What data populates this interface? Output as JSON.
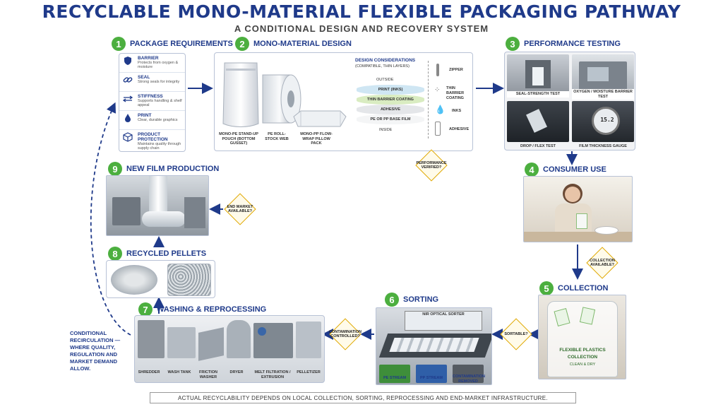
{
  "header": {
    "title": "RECYCLABLE MONO-MATERIAL FLEXIBLE PACKAGING PATHWAY",
    "subtitle": "A CONDITIONAL DESIGN AND RECOVERY SYSTEM"
  },
  "steps": {
    "s1": {
      "num": "1",
      "title": "PACKAGE REQUIREMENTS"
    },
    "s2": {
      "num": "2",
      "title": "MONO-MATERIAL DESIGN"
    },
    "s3": {
      "num": "3",
      "title": "PERFORMANCE TESTING"
    },
    "s4": {
      "num": "4",
      "title": "CONSUMER USE"
    },
    "s5": {
      "num": "5",
      "title": "COLLECTION"
    },
    "s6": {
      "num": "6",
      "title": "SORTING"
    },
    "s7": {
      "num": "7",
      "title": "WASHING & REPROCESSING"
    },
    "s8": {
      "num": "8",
      "title": "RECYCLED PELLETS"
    },
    "s9": {
      "num": "9",
      "title": "NEW FILM PRODUCTION"
    }
  },
  "requirements": [
    {
      "name": "BARRIER",
      "desc": "Protects from oxygen & moisture"
    },
    {
      "name": "SEAL",
      "desc": "Strong seals for integrity"
    },
    {
      "name": "STIFFNESS",
      "desc": "Supports handling & shelf appeal"
    },
    {
      "name": "PRINT",
      "desc": "Clear, durable graphics"
    },
    {
      "name": "PRODUCT PROTECTION",
      "desc": "Maintains quality through supply chain"
    }
  ],
  "design": {
    "pouch": "MONO-PE STAND-UP POUCH (BOTTOM GUSSET)",
    "roll": "PE ROLL-STOCK WEB",
    "flow": "MONO-PP FLOW-WRAP PILLOW PACK",
    "considerations_title": "DESIGN CONSIDERATIONS",
    "considerations_sub": "(COMPATIBLE, THIN LAYERS)",
    "outside": "OUTSIDE",
    "inside": "INSIDE",
    "layers": [
      "PRINT (INKS)",
      "THIN BARRIER COATING",
      "ADHESIVE",
      "PE OR PP BASE FILM"
    ],
    "components": [
      "ZIPPER",
      "THIN BARRIER COATING",
      "INKS",
      "ADHESIVE"
    ]
  },
  "testing": [
    "SEAL-STRENGTH TEST",
    "OXYGEN / MOISTURE BARRIER TEST",
    "DROP / FLEX TEST",
    "FILM THICKNESS GAUGE"
  ],
  "gauge_reading": "15.2",
  "decisions": {
    "performance": "PERFORMANCE VERIFIED?",
    "collection": "COLLECTION AVAILABLE?",
    "sortable": "SORTABLE?",
    "contamination": "CONTAMINATION CONTROLLED?",
    "end_market": "END MARKET AVAILABLE?"
  },
  "collection_bag": {
    "line1": "FLEXIBLE PLASTICS",
    "line2": "COLLECTION",
    "line3": "CLEAN & DRY"
  },
  "sorting": {
    "machine": "NIR OPTICAL SORTER",
    "bins": [
      "PE STREAM",
      "PP STREAM",
      "CONTAMINATION REMOVED"
    ]
  },
  "washing": [
    "SHREDDER",
    "WASH TANK",
    "FRICTION WASHER",
    "DRYER",
    "MELT FILTRATION / EXTRUSION",
    "PELLETIZER"
  ],
  "recirculation": "CONDITIONAL RECIRCULATION — WHERE QUALITY, REGULATION AND MARKET DEMAND ALLOW.",
  "footer": "ACTUAL RECYCLABILITY DEPENDS ON LOCAL COLLECTION, SORTING, REPROCESSING AND END-MARKET INFRASTRUCTURE.",
  "colors": {
    "accent": "#1f3a8a",
    "step": "#4caf3f",
    "decision": "#e0a800"
  }
}
